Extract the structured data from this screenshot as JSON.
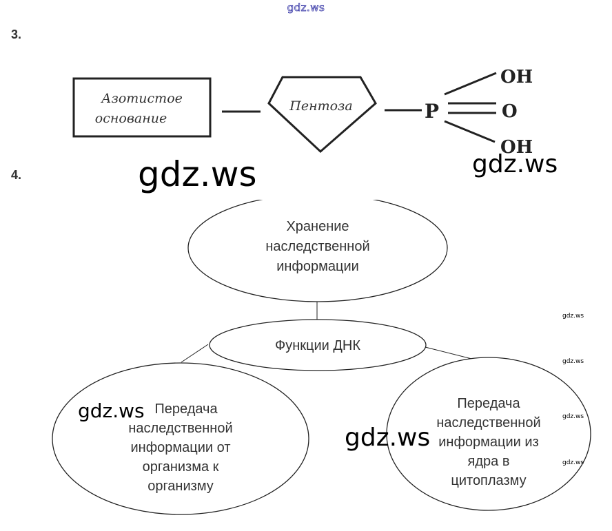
{
  "watermark_top": "gdz.ws",
  "task3": {
    "number": "3.",
    "base_label_line1": "Азотистое",
    "base_label_line2": "основание",
    "sugar_label": "Пентоза",
    "phosphorus": "P",
    "oh_top": "OH",
    "o_middle": "O",
    "oh_bottom": "OH"
  },
  "task4": {
    "number": "4.",
    "top_node": [
      "Хранение",
      "наследственной",
      "информации"
    ],
    "center_node": "Функции ДНК",
    "left_node": [
      "Передача",
      "наследственной",
      "информации от",
      "организма к",
      "организму"
    ],
    "right_node": [
      "Передача",
      "наследственной",
      "информации из",
      "ядра в",
      "цитоплазму"
    ]
  },
  "watermarks": {
    "big_1": "gdz.ws",
    "big_2": "gdz.ws",
    "big_3": "gdz.ws",
    "big_4": "gdz.ws",
    "small_1": "gdz.ws",
    "small_2": "gdz.ws",
    "small_3": "gdz.ws",
    "small_4": "gdz.ws"
  }
}
